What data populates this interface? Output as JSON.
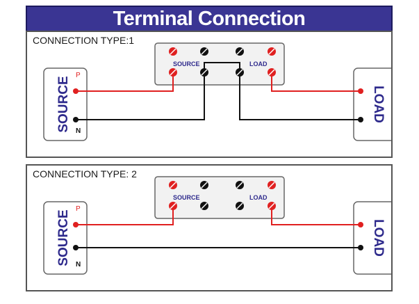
{
  "header": {
    "title": "Terminal Connection"
  },
  "panels": [
    {
      "title": "CONNECTION TYPE:1",
      "source_label": "SOURCE",
      "load_label": "LOAD",
      "terminal_source_label": "SOURCE",
      "terminal_load_label": "LOAD",
      "phase_label": "P",
      "neutral_label": "N"
    },
    {
      "title": "CONNECTION TYPE: 2",
      "source_label": "SOURCE",
      "load_label": "LOAD",
      "terminal_source_label": "SOURCE",
      "terminal_load_label": "LOAD",
      "phase_label": "P",
      "neutral_label": "N"
    }
  ],
  "colors": {
    "banner": "#3a3593",
    "label_blue": "#2e2a8c",
    "phase_wire": "#e02020",
    "neutral_wire": "#111111",
    "terminal_box": "#f2f2f2"
  }
}
